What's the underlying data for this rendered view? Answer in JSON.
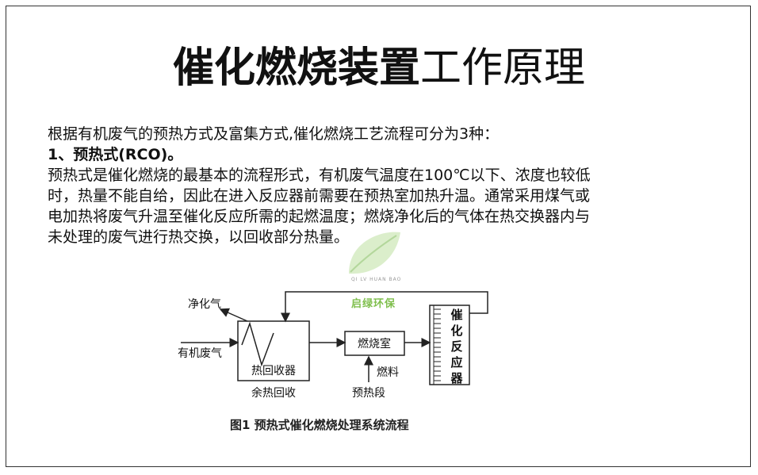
{
  "title": {
    "bold": "催化燃烧装置",
    "light": "工作原理"
  },
  "intro": "根据有机废气的预热方式及富集方式,催化燃烧工艺流程可分为3种：",
  "heading": "1、预热式(RCO)。",
  "body_lines": [
    "  预热式是催化燃烧的最基本的流程形式，有机废气温度在100℃以下、浓度也较低",
    "时，热量不能自给，因此在进入反应器前需要在预热室加热升温。通常采用煤气或",
    "电加热将废气升温至催化反应所需的起燃温度；燃烧净化后的气体在热交换器内与",
    "未处理的废气进行热交换，以回收部分热量。"
  ],
  "watermark": {
    "name": "启绿环保",
    "pinyin": "QI LV HUAN BAO"
  },
  "diagram": {
    "clean_gas": "净化气",
    "organic_waste_gas": "有机废气",
    "heat_recovery": "热回收器",
    "residual_heat": "余热回收",
    "combustion_chamber": "燃烧室",
    "fuel": "燃料",
    "preheat_section": "预热段",
    "catalytic_reactor": [
      "催",
      "化",
      "反",
      "应",
      "器"
    ]
  },
  "caption": "图1   预热式催化燃烧处理系统流程"
}
